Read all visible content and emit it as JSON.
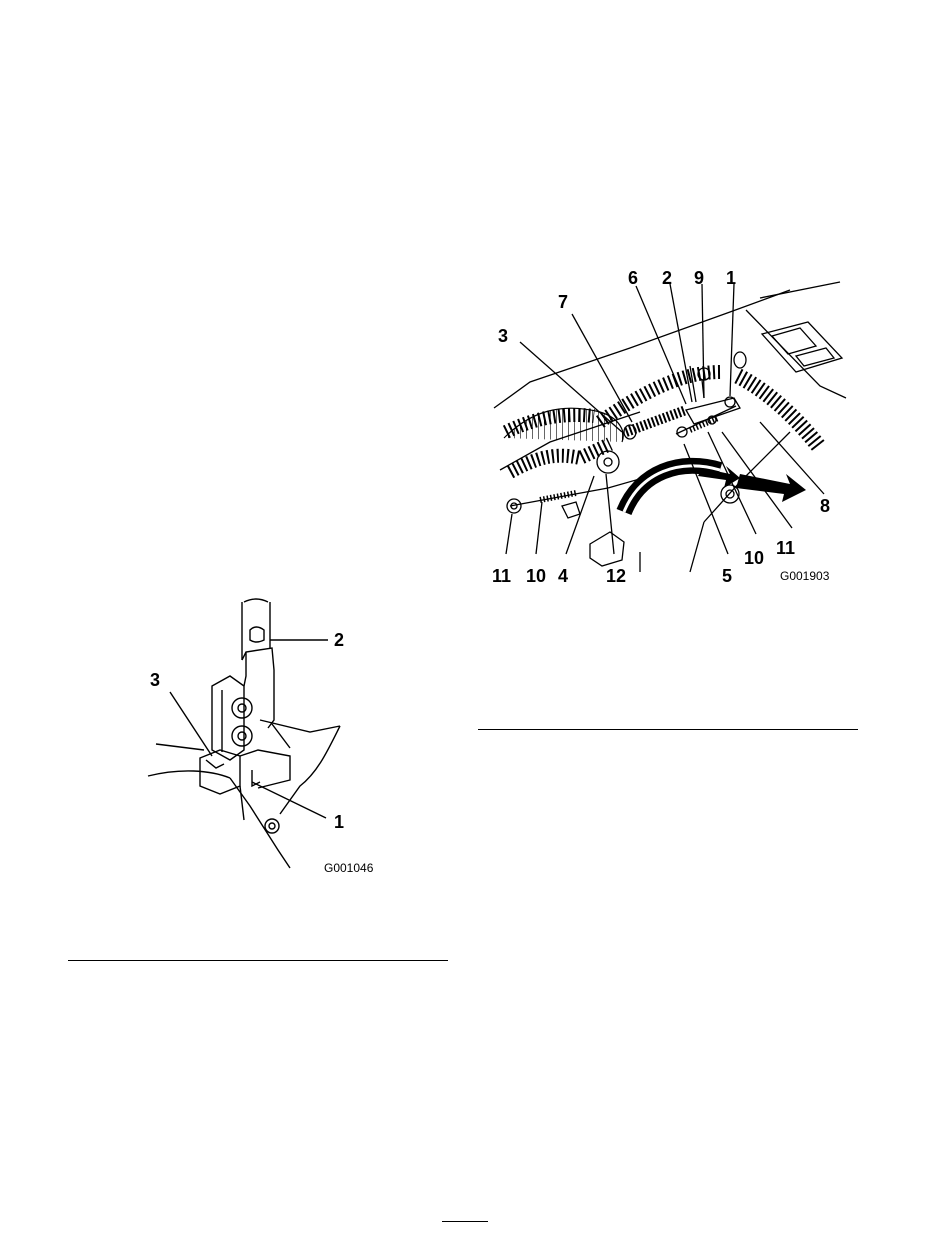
{
  "figures": [
    {
      "id": "G001046",
      "code": "G001046",
      "callouts": [
        "2",
        "3",
        "1"
      ]
    },
    {
      "id": "G001903",
      "code": "G001903",
      "callouts": [
        "6",
        "2",
        "9",
        "1",
        "7",
        "3",
        "8",
        "11",
        "10",
        "4",
        "12",
        "5",
        "10",
        "11"
      ]
    }
  ]
}
